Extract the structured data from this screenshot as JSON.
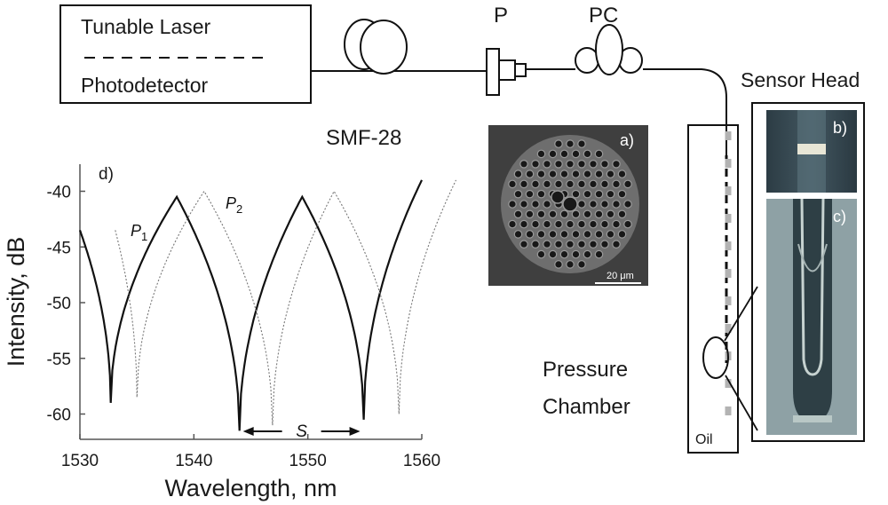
{
  "setup": {
    "instrument_top": "Tunable Laser",
    "instrument_bottom": "Photodetector",
    "polarizer": "P",
    "pol_controller": "PC",
    "fiber": "SMF-28",
    "sensor_head": "Sensor Head",
    "chamber_line1": "Pressure",
    "chamber_line2": "Chamber",
    "oil": "Oil"
  },
  "panels": {
    "sem": "a)",
    "sem_scale": "20 μm",
    "photo_b": "b)",
    "photo_c": "c)",
    "chart": "d)"
  },
  "chart_data": {
    "type": "line",
    "xlabel": "Wavelength, nm",
    "ylabel": "Intensity, dB",
    "xlim": [
      1530,
      1560
    ],
    "ylim": [
      -62,
      -38
    ],
    "xticks": [
      "1530",
      "1540",
      "1550",
      "1560"
    ],
    "yticks": [
      "-40",
      "-45",
      "-50",
      "-55",
      "-60"
    ],
    "annotations": {
      "p1_letter": "P",
      "p1_sub": "1",
      "p2_letter": "P",
      "p2_sub": "2",
      "spacing": "S"
    },
    "series": [
      {
        "style": "solid",
        "minima": [
          {
            "x": 1532.7,
            "y": -59
          },
          {
            "x": 1544.0,
            "y": -61.5
          },
          {
            "x": 1554.9,
            "y": -60.5
          }
        ],
        "peaks": [
          {
            "x": 1538.5,
            "y": -40.5
          },
          {
            "x": 1549.5,
            "y": -40.5
          }
        ],
        "start": {
          "x": 1530,
          "y": -43.5
        },
        "end": {
          "x": 1560,
          "y": -39
        }
      },
      {
        "style": "dotted",
        "minima": [
          {
            "x": 1535.0,
            "y": -58.5
          },
          {
            "x": 1546.9,
            "y": -61
          },
          {
            "x": 1558.0,
            "y": -60
          }
        ],
        "peaks": [
          {
            "x": 1540.9,
            "y": -40
          },
          {
            "x": 1552.3,
            "y": -40
          }
        ],
        "start": {
          "x": 1533.1,
          "y": -43.5
        },
        "end": {
          "x": 1563,
          "y": -39
        }
      }
    ]
  }
}
